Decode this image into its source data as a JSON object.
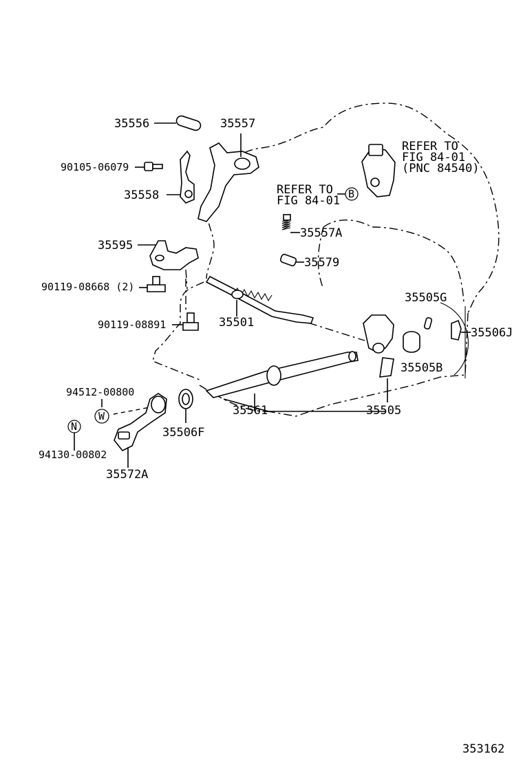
{
  "diagram": {
    "figure_number": "353162",
    "refer_upper": [
      "REFER TO",
      "FIG 84-01",
      "(PNC 84540)"
    ],
    "refer_lower": [
      "REFER TO",
      "FIG 84-01"
    ],
    "callouts": {
      "b": "B",
      "w": "W",
      "n": "N"
    },
    "parts": {
      "p35556": "35556",
      "p35557": "35557",
      "p90105": "90105-06079",
      "p35558": "35558",
      "p35557A": "35557A",
      "p35595": "35595",
      "p35579": "35579",
      "p90119a": "90119-08668 (2)",
      "p35505G": "35505G",
      "p35501": "35501",
      "p90119b": "90119-08891",
      "p35506J": "35506J",
      "p35505B": "35505B",
      "p94512": "94512-00800",
      "p35561": "35561",
      "p35505": "35505",
      "p35506F": "35506F",
      "p94130": "94130-00802",
      "p35572A": "35572A"
    }
  }
}
